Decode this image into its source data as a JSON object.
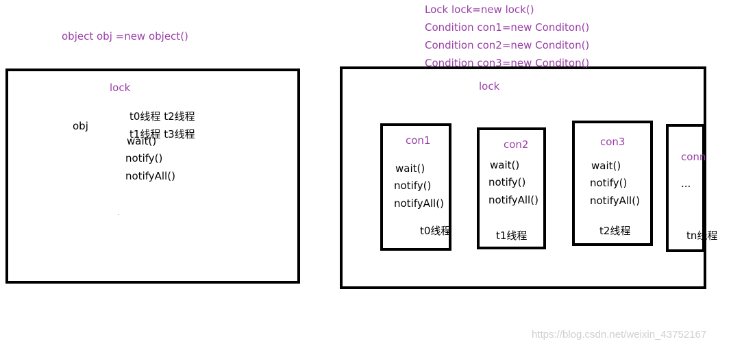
{
  "left_panel": {
    "declaration": "object obj =new object()",
    "box_title": "lock",
    "obj_label": "obj",
    "threads_row1": "t0线程 t2线程",
    "threads_row2": "t1线程  t3线程",
    "methods": [
      "wait()",
      "notify()",
      "notifyAll()"
    ]
  },
  "right_panel": {
    "declarations": [
      "Lock lock=new lock()",
      "Condition con1=new Conditon()",
      "Condition con2=new Conditon()",
      "Condition con3=new Conditon()"
    ],
    "box_title": "lock",
    "conditions": [
      {
        "name": "con1",
        "methods": [
          "wait()",
          "notify()",
          "notifyAll()"
        ],
        "thread": "t0线程"
      },
      {
        "name": "con2",
        "methods": [
          "wait()",
          "notify()",
          "notifyAll()"
        ],
        "thread": "t1线程"
      },
      {
        "name": "con3",
        "methods": [
          "wait()",
          "notify()",
          "notifyAll()"
        ],
        "thread": "t2线程"
      },
      {
        "name": "conn",
        "methods": [
          "..."
        ],
        "thread": "tn线程"
      }
    ]
  },
  "watermark": "https://blog.csdn.net/weixin_43752167",
  "colors": {
    "label_purple": "#9b3fa8",
    "text_black": "#000000",
    "box_border": "#000000",
    "watermark": "#cfcfcf"
  }
}
